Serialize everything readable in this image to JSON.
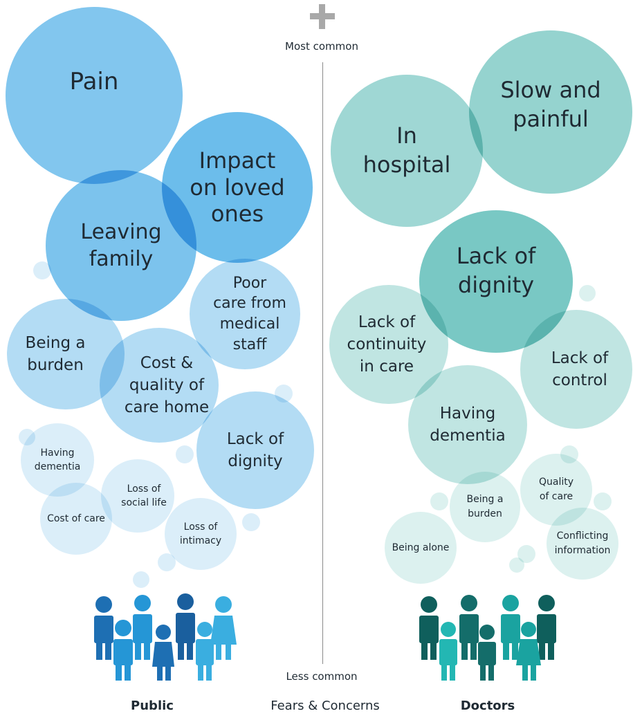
{
  "axis": {
    "top_symbol": "plus-icon",
    "top_label": "Most common",
    "bottom_label": "Less common"
  },
  "labels": {
    "public": "Public",
    "center": "Fears & Concerns",
    "doctors": "Doctors"
  },
  "colors": {
    "public_strong": "#5bb8ea",
    "public_mid": "#8ecdf0",
    "public_light": "#c3e3f6",
    "public_faint": "#dbeef9",
    "doctors_strong": "#5bbcb8",
    "doctors_mid": "#92d3cf",
    "doctors_light": "#c2e6e3",
    "doctors_faint": "#dcf1ef",
    "people_public": [
      "#1e6fb3",
      "#2596d6",
      "#1a5f9e",
      "#3aaee0"
    ],
    "people_doctors": [
      "#0f5f5c",
      "#1aa3a0",
      "#146d6a",
      "#23b7b3"
    ]
  },
  "public_fears": [
    "Pain",
    "Impact\non loved\nones",
    "Leaving\nfamily",
    "Being a\nburden",
    "Cost &\nquality of\ncare home",
    "Poor\ncare from\nmedical\nstaff",
    "Lack of\ndignity",
    "Having\ndementia",
    "Loss of\nsocial life",
    "Cost of care",
    "Loss of\nintimacy"
  ],
  "doctor_fears": [
    "In\nhospital",
    "Slow and\npainful",
    "Lack of\ndignity",
    "Lack of\ncontinuity\nin care",
    "Lack of\ncontrol",
    "Having\ndementia",
    "Being a\nburden",
    "Quality\nof care",
    "Being alone",
    "Conflicting\ninformation"
  ]
}
